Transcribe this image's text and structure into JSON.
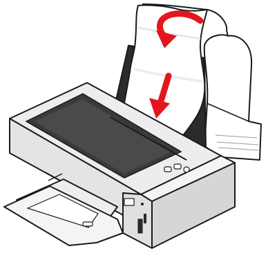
{
  "illustration": {
    "subject": "printer-loading-paper",
    "colors": {
      "outline": "#1a1a1a",
      "body": "#ededed",
      "body_shade": "#d6d6d6",
      "panel_dark": "#3a3a3a",
      "tray_dark": "#2b2b2b",
      "paper": "#ffffff",
      "paper_shade": "#f2f2f2",
      "arrow": "#e3161d"
    },
    "icons": [
      "curved-arrow",
      "down-arrow"
    ]
  }
}
